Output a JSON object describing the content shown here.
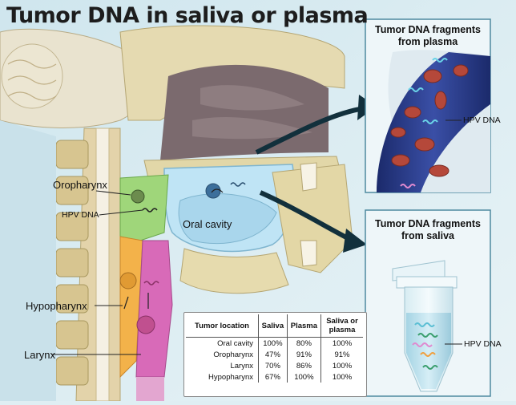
{
  "title": "Tumor DNA in saliva or plasma",
  "labels": {
    "oropharynx": "Oropharynx",
    "hpv_dna_throat": "HPV DNA",
    "oral_cavity": "Oral cavity",
    "hypopharynx": "Hypopharynx",
    "larynx": "Larynx"
  },
  "panels": {
    "plasma": {
      "title_line1": "Tumor DNA fragments",
      "title_line2": "from plasma",
      "hpv_label": "HPV DNA"
    },
    "saliva": {
      "title_line1": "Tumor DNA fragments",
      "title_line2": "from saliva",
      "hpv_label": "HPV DNA"
    }
  },
  "table": {
    "headers": [
      "Tumor location",
      "Saliva",
      "Plasma",
      "Saliva or plasma"
    ],
    "rows": [
      [
        "Oral cavity",
        "100%",
        "80%",
        "100%"
      ],
      [
        "Oropharynx",
        "47%",
        "91%",
        "91%"
      ],
      [
        "Larynx",
        "70%",
        "86%",
        "100%"
      ],
      [
        "Hypopharynx",
        "67%",
        "100%",
        "100%"
      ]
    ]
  },
  "colors": {
    "oropharynx": "#9fd67a",
    "hypopharynx": "#f3b24a",
    "larynx": "#d86ab8",
    "oral_cavity": "#bfe4f5",
    "blood_vessel": "#2b3c8a",
    "red_cell": "#b5483a",
    "arrow": "#12303c"
  }
}
